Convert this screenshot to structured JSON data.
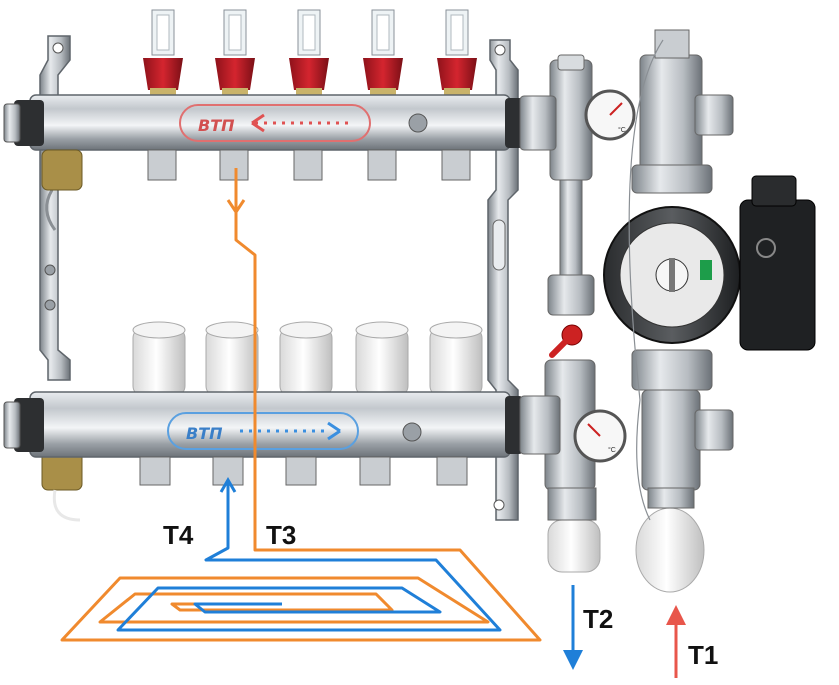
{
  "labels": {
    "t1": "T1",
    "t2": "T2",
    "t3": "T3",
    "t4": "T4"
  },
  "branding": {
    "supply_bar_logo": "BTП",
    "return_bar_logo": "BTП"
  },
  "gauges": {
    "upper_unit": "°C",
    "lower_unit": "°C"
  },
  "colors": {
    "hot_flow": "#f08a2e",
    "cold_flow": "#1f7fd8",
    "supply_arrow": "#e8564b",
    "return_arrow": "#3a8fe0",
    "flowmeter_cap": "#c8202a",
    "steel": "#b9bec3",
    "brass": "#c9b36a"
  },
  "icons": {
    "pump_logo": "grundfos-style-logo-icon",
    "ball_valve": "red-lever-valve-icon"
  }
}
